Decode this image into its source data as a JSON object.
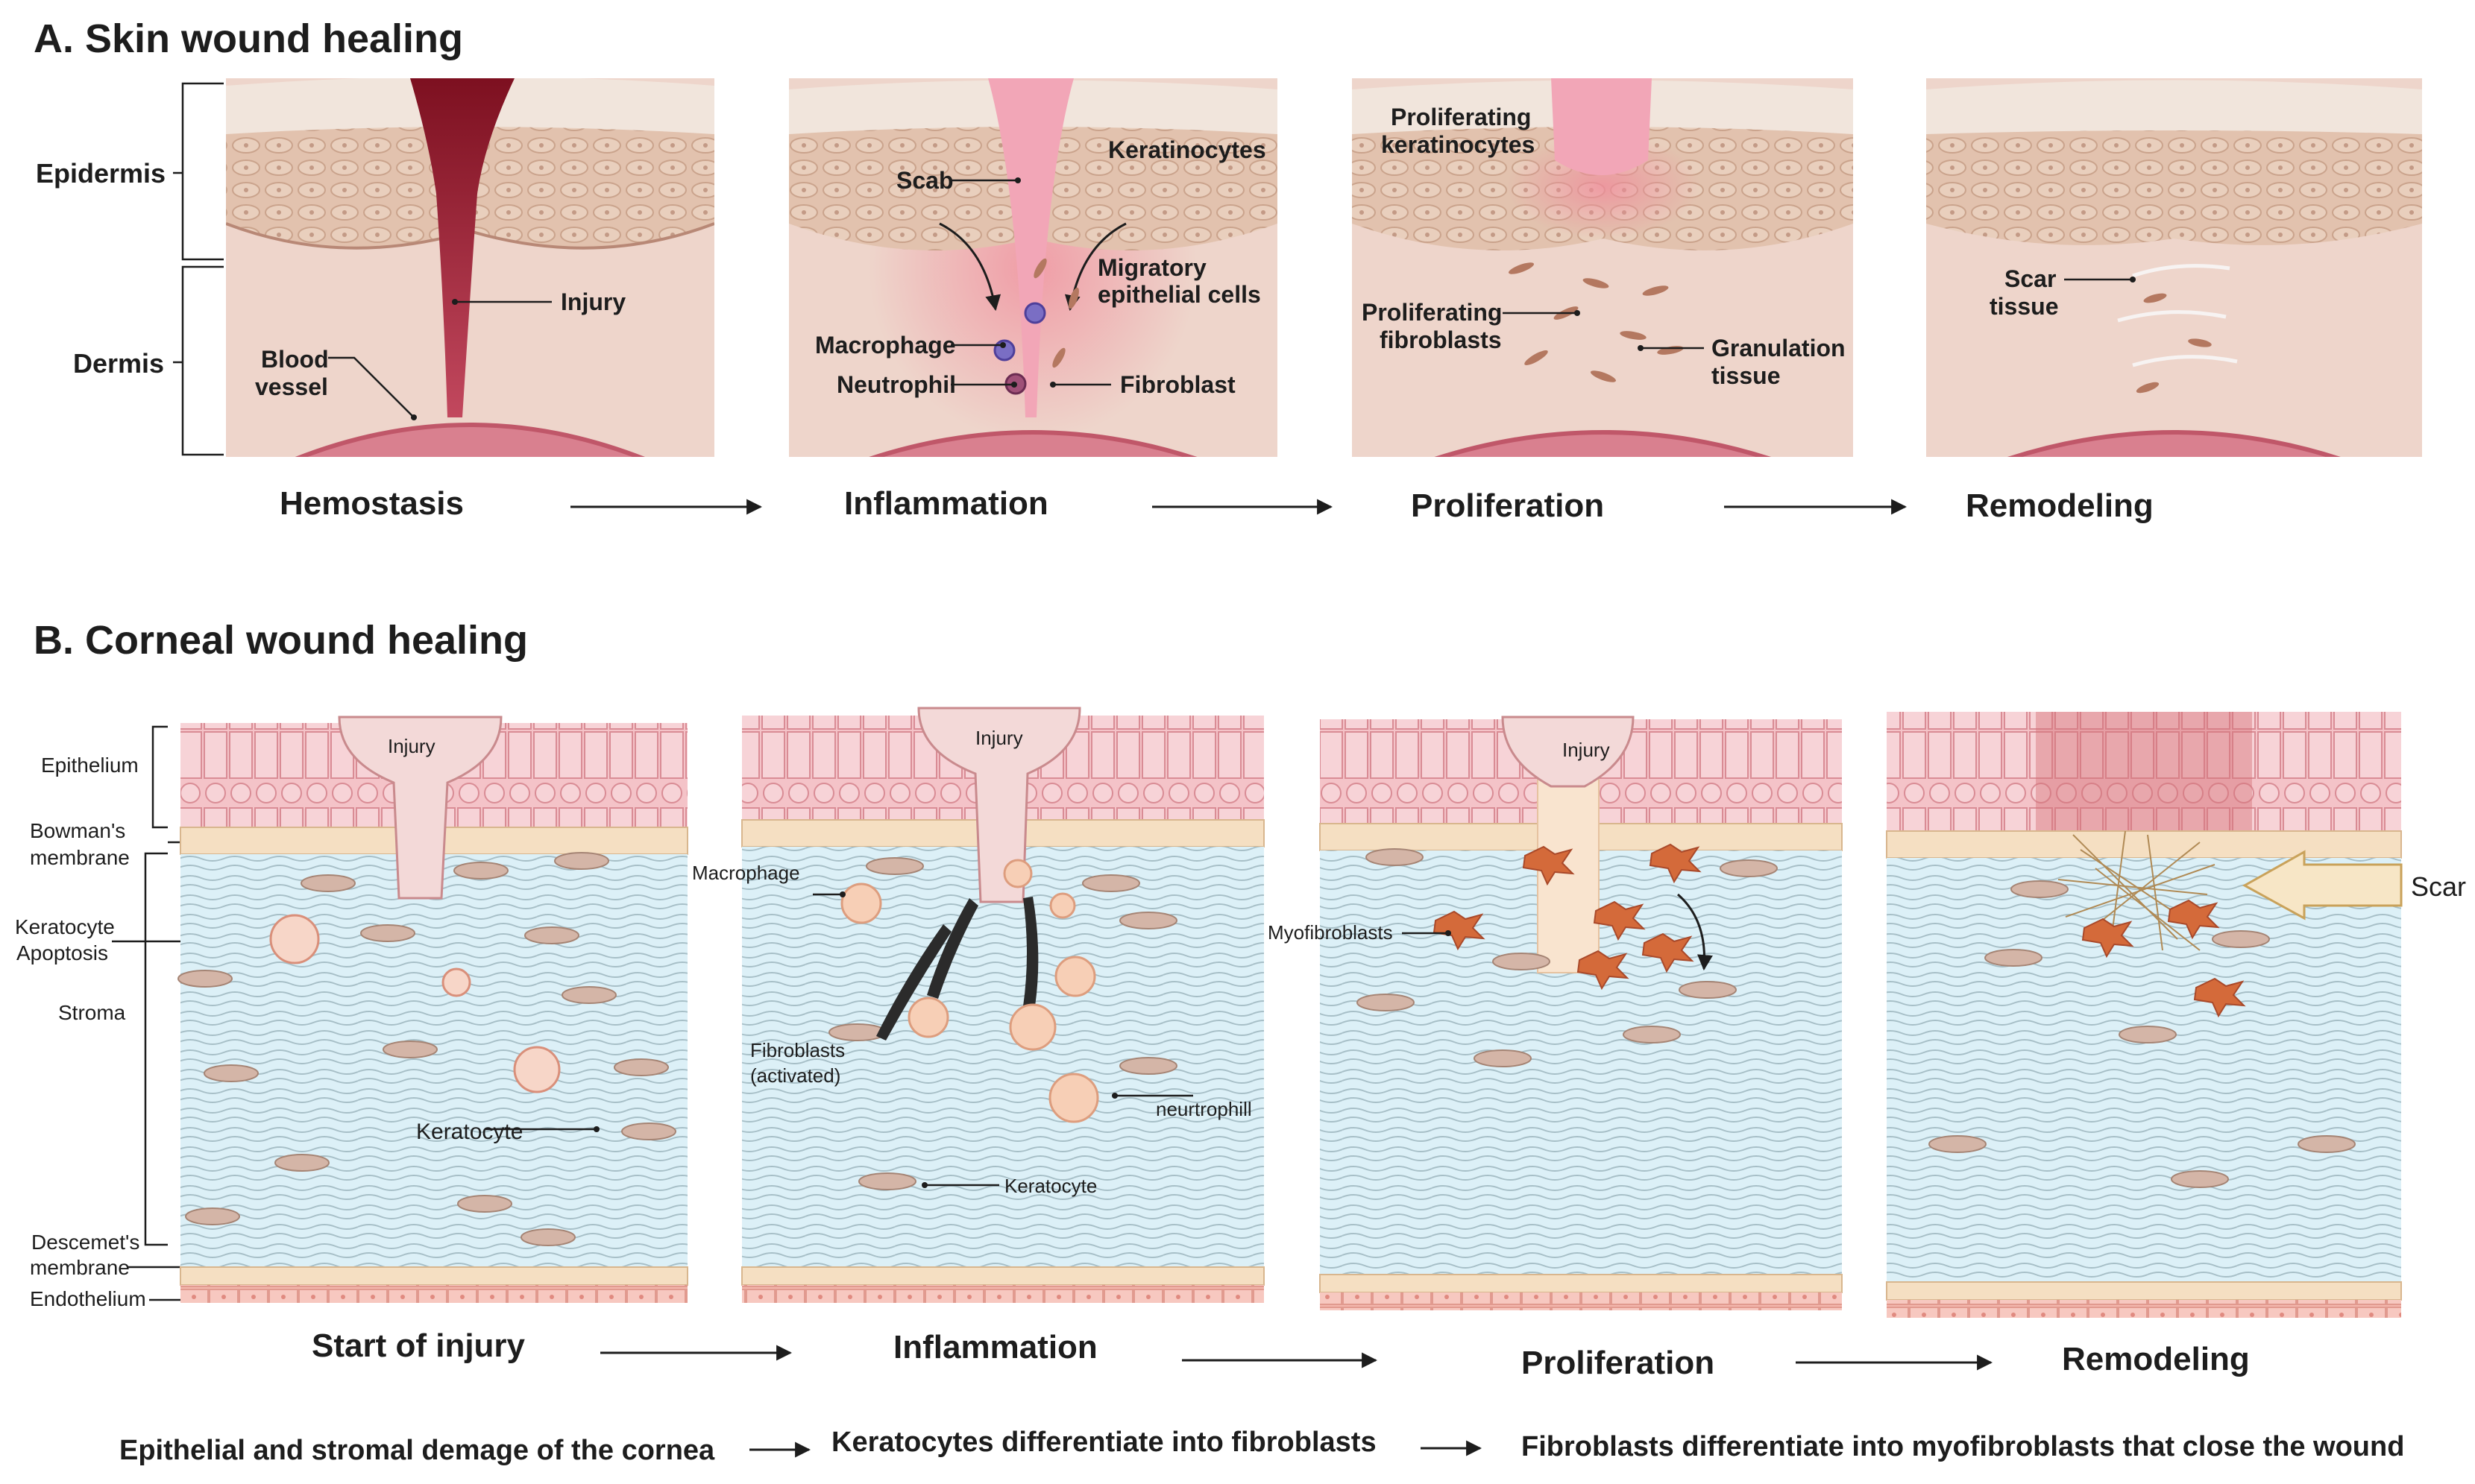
{
  "panel_a": {
    "title": "A. Skin wound healing",
    "side_labels": [
      "Epidermis",
      "Dermis"
    ],
    "stages": [
      "Hemostasis",
      "Inflammation",
      "Proliferation",
      "Remodeling"
    ],
    "labels": {
      "injury": "Injury",
      "blood_vessel": [
        "Blood",
        "vessel"
      ],
      "scab": "Scab",
      "keratinocytes": "Keratinocytes",
      "migratory": [
        "Migratory",
        "epithelial cells"
      ],
      "macrophage": "Macrophage",
      "neutrophil": "Neutrophil",
      "fibroblast": "Fibroblast",
      "prolif_keratinocytes": [
        "Proliferating",
        "keratinocytes"
      ],
      "prolif_fibroblasts": [
        "Proliferating",
        "fibroblasts"
      ],
      "granulation": [
        "Granulation",
        "tissue"
      ],
      "scar_tissue": [
        "Scar",
        "tissue"
      ]
    }
  },
  "panel_b": {
    "title": "B. Corneal wound healing",
    "side_labels": {
      "epithelium": "Epithelium",
      "bowman": [
        "Bowman's",
        "membrane"
      ],
      "apoptosis": [
        "Keratocyte",
        "Apoptosis"
      ],
      "stroma": "Stroma",
      "descemet": [
        "Descemet's",
        "membrane"
      ],
      "endothelium": "Endothelium"
    },
    "injury_label": "Injury",
    "stages": [
      "Start of injury",
      "Inflammation",
      "Proliferation",
      "Remodeling"
    ],
    "labels": {
      "keratocyte": "Keratocyte",
      "macrophage": "Macrophage",
      "fibroblasts": [
        "Fibroblasts",
        "(activated)"
      ],
      "neutrophil": "neurtrophill",
      "keratocyte_small": "Keratocyte",
      "myofibroblasts": "Myofibroblasts",
      "scar": "Scar"
    },
    "descriptions": [
      "Epithelial and stromal demage of the cornea",
      "Keratocytes differentiate into fibroblasts",
      "Fibroblasts differentiate into myofibroblasts that close the wound"
    ]
  }
}
